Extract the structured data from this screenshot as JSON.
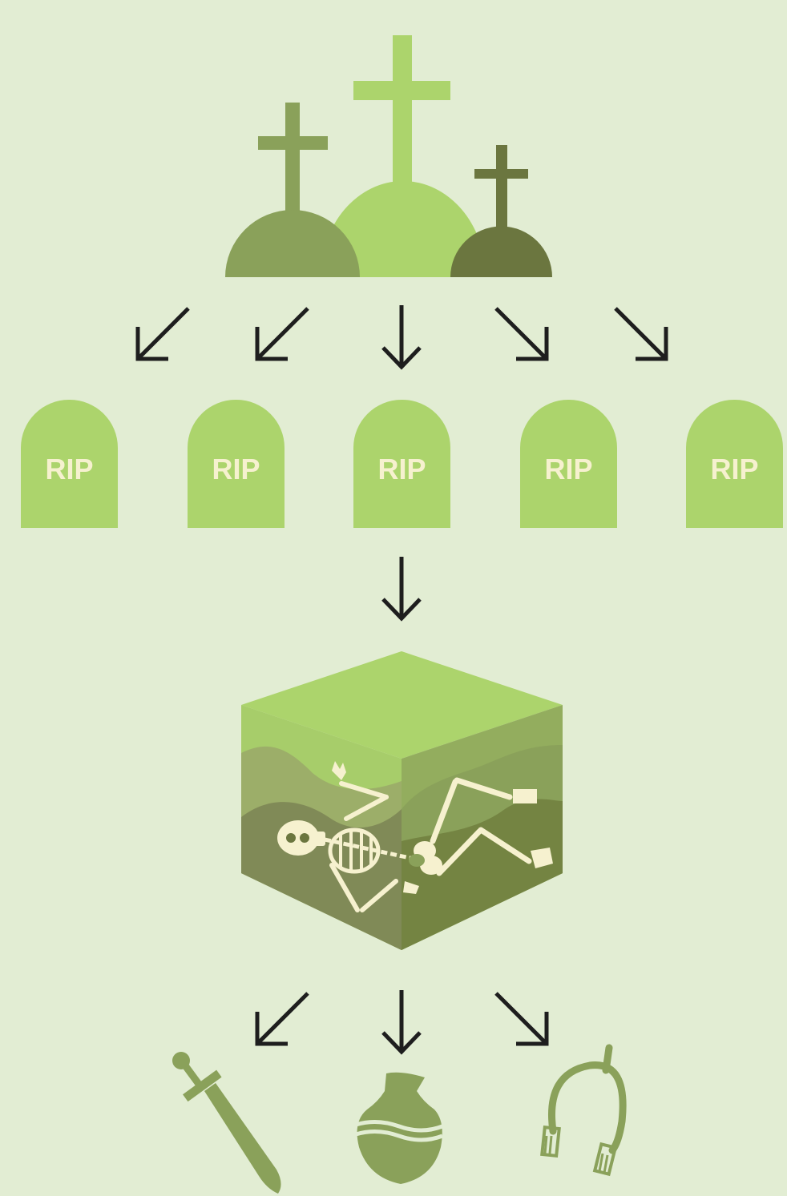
{
  "tombstones": [
    {
      "label": "RIP"
    },
    {
      "label": "RIP"
    },
    {
      "label": "RIP"
    },
    {
      "label": "RIP"
    },
    {
      "label": "RIP"
    }
  ],
  "colors": {
    "background": "#e2edd3",
    "light_green": "#acd46c",
    "mid_green": "#8aa15a",
    "dark_green": "#6b763f",
    "bone": "#f6f1cf",
    "arrow": "#1e1e1e"
  },
  "icons": [
    "cemetery-hills-icon",
    "tombstone-icon",
    "soil-cube-skeleton-icon",
    "sword-icon",
    "amphora-icon",
    "spur-icon"
  ]
}
